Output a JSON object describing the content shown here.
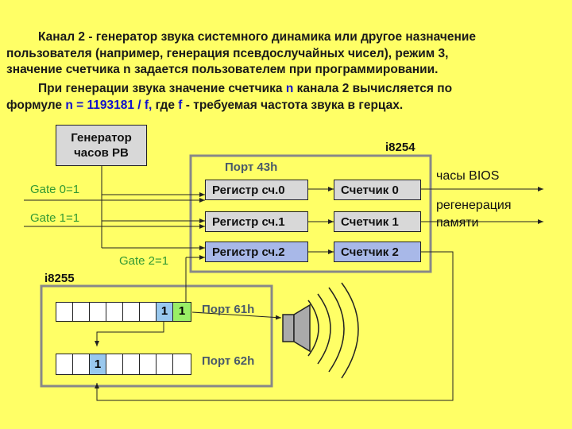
{
  "text": {
    "p1_l1": "Канал 2 -  генератор звука системного динамика или другое назначение",
    "p1_l2": "пользователя (например, генерация псевдослучайных чисел), режим 3,",
    "p1_l3": "значение счетчика n задается пользователем при программировании.",
    "p2_l1_a": "При генерации звука значение счетчика ",
    "p2_l1_n": "n",
    "p2_l1_b": " канала 2 вычисляется по",
    "p2_l2_a": "формуле  ",
    "p2_l2_formula": "n = 1193181 / f,",
    "p2_l2_b": "  где ",
    "p2_l2_f": "f",
    "p2_l2_c": " - требуемая частота звука в герцах."
  },
  "generator": {
    "line1": "Генератор",
    "line2": "часов РВ"
  },
  "i8254": {
    "title": "i8254",
    "port": "Порт 43h",
    "registers": [
      "Регистр сч.0",
      "Регистр сч.1",
      "Регистр сч.2"
    ],
    "counters": [
      "Счетчик 0",
      "Счетчик 1",
      "Счетчик 2"
    ]
  },
  "gates": [
    "Gate 0=1",
    "Gate 1=1",
    "Gate 2=1"
  ],
  "outputs": {
    "out0": "часы BIOS",
    "out1_line1": "регенерация",
    "out1_line2": "памяти"
  },
  "i8255": {
    "title": "i8255",
    "port61": {
      "label": "Порт 61h",
      "bit1": "1",
      "bit0": "1"
    },
    "port62": {
      "label": "Порт 62h",
      "bit5": "1"
    }
  },
  "colors": {
    "background": "#ffff66",
    "box_fill": "#d8d8d8",
    "highlight_fill": "#a8b8e8",
    "bit_green": "#99ee66",
    "bit_blue": "#99c8ee",
    "frame": "#888888",
    "gate_text": "#339933",
    "port_text": "#4a5a6a",
    "accent_text": "#1010cc"
  }
}
